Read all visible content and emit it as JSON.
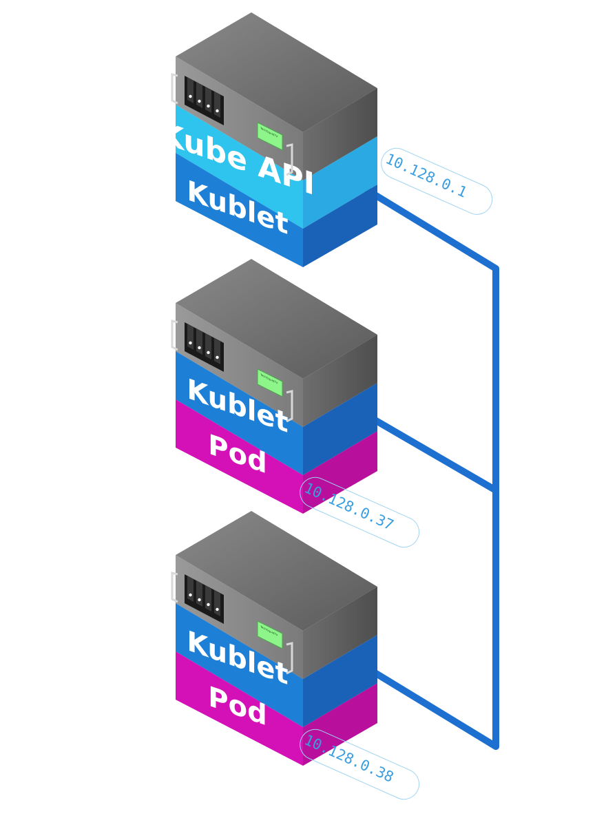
{
  "servers": [
    {
      "id": "master",
      "layers": [
        "Kube API",
        "Kublet"
      ],
      "ip": "10.128.0.1",
      "brand": "TechSquidTV"
    },
    {
      "id": "node-1",
      "layers": [
        "Kublet",
        "Pod"
      ],
      "ip": "10.128.0.37",
      "brand": "TechSquidTV"
    },
    {
      "id": "node-2",
      "layers": [
        "Kublet",
        "Pod"
      ],
      "ip": "10.128.0.38",
      "brand": "TechSquidTV"
    }
  ],
  "colors": {
    "top": "#7a7a7a",
    "grayFront": "#8f8f8f",
    "graySide": "#666666",
    "kubeApiFront": "#2ec4ee",
    "kubeApiSide": "#2aa9e2",
    "kubletFront": "#1e7fd6",
    "kubletSide": "#1a62b8",
    "podFront": "#d411b6",
    "podSide": "#b80f9c",
    "cable": "#1d6fd0",
    "ip": "#3a9ee0"
  }
}
